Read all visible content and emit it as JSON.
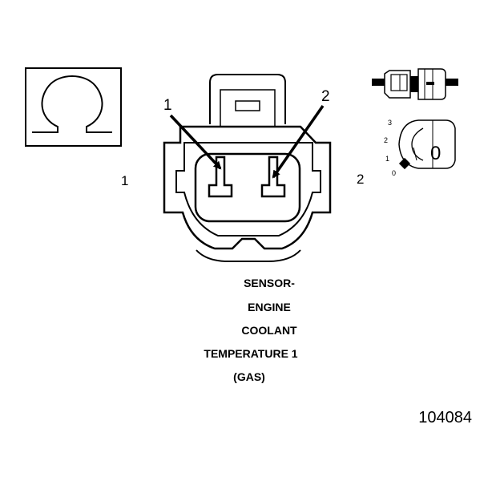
{
  "connector": {
    "pin_callouts": [
      "1",
      "2"
    ],
    "side_labels": [
      "1",
      "2"
    ]
  },
  "position_scale": [
    "3",
    "2",
    "1",
    "0"
  ],
  "key_label": "0",
  "description_lines": [
    "SENSOR-",
    "ENGINE",
    "COOLANT",
    "TEMPERATURE 1",
    "(GAS)"
  ],
  "figure_number": "104084",
  "icons": {
    "connector_symbol": "omega-symbol-icon",
    "connector_side_view": "connector-side-view-icon",
    "key_position": "key-position-icon"
  }
}
